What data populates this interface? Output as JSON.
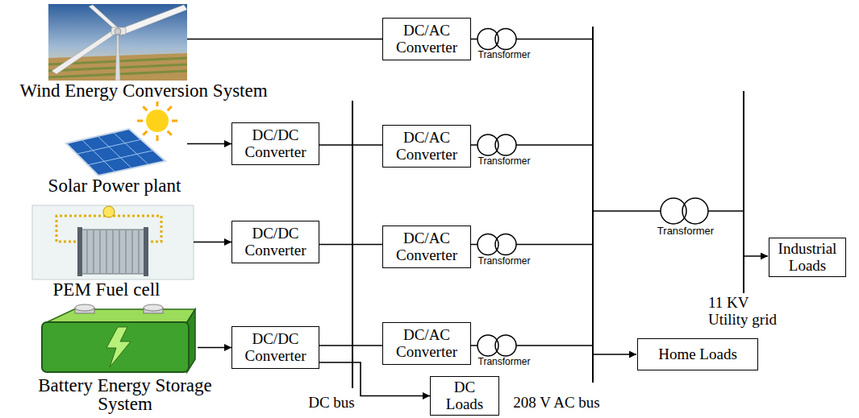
{
  "diagram": {
    "nodes": [
      {
        "text": [
          "Wind Energy Conversion System"
        ]
      },
      {
        "text": [
          "Solar Power plant"
        ]
      },
      {
        "text": [
          "PEM Fuel cell"
        ]
      },
      {
        "text": [
          "Battery Energy Storage System"
        ]
      },
      {
        "text": [
          "DC/DC Converter"
        ]
      },
      {
        "text": [
          "DC/DC Converter"
        ]
      },
      {
        "text": [
          "DC/DC Converter"
        ]
      },
      {
        "text": [
          "DC/AC Converter"
        ]
      },
      {
        "text": [
          "DC/AC Converter"
        ]
      },
      {
        "text": [
          "DC/AC Converter"
        ]
      },
      {
        "text": [
          "DC/AC Converter"
        ]
      },
      {
        "text": [
          "Industrial Loads"
        ]
      },
      {
        "text": [
          "Home Loads"
        ]
      },
      {
        "text": [
          "DC Loads"
        ]
      }
    ],
    "edges": [
      {
        "from": 0,
        "to": 7,
        "arrow": "none"
      },
      {
        "from": 1,
        "to": 4,
        "arrow": "to"
      },
      {
        "from": 2,
        "to": 5,
        "arrow": "to"
      },
      {
        "from": 3,
        "to": 6,
        "arrow": "to"
      },
      {
        "from": 4,
        "to": 8,
        "arrow": "none"
      },
      {
        "from": 5,
        "to": 9,
        "arrow": "none"
      },
      {
        "from": 6,
        "to": 10,
        "arrow": "none"
      },
      {
        "from": 6,
        "to": 13,
        "arrow": "to"
      }
    ],
    "labels": [
      "Transformer",
      "Transformer",
      "Transformer",
      "Transformer",
      "Transformer",
      "DC bus",
      "208 V AC bus",
      "11 KV Utility grid"
    ]
  }
}
